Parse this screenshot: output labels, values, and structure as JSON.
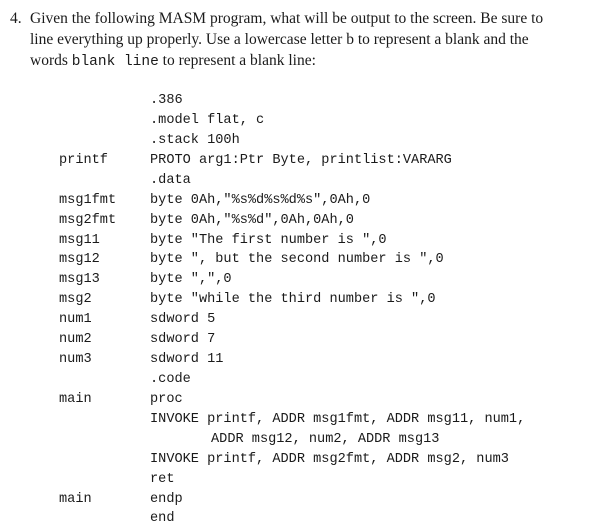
{
  "question": {
    "number": "4.",
    "line1": "Given the following MASM program, what will be output to the screen. Be sure to",
    "line2": "line everything up properly. Use a lowercase letter b to represent a blank and the",
    "line3_pre": "words",
    "line3_code": "blank line",
    "line3_post": "to represent a blank line:"
  },
  "code": {
    "rows": [
      {
        "label": "",
        "stmt": ".386"
      },
      {
        "label": "",
        "stmt": ".model flat, c"
      },
      {
        "label": "",
        "stmt": ".stack 100h"
      },
      {
        "label": "printf",
        "stmt": "PROTO arg1:Ptr Byte, printlist:VARARG"
      },
      {
        "label": "",
        "stmt": ".data"
      },
      {
        "label": "msg1fmt",
        "stmt": "byte 0Ah,\"%s%d%s%d%s\",0Ah,0"
      },
      {
        "label": "msg2fmt",
        "stmt": "byte 0Ah,\"%s%d\",0Ah,0Ah,0"
      },
      {
        "label": "msg11",
        "stmt": "byte \"The first number is \",0"
      },
      {
        "label": "msg12",
        "stmt": "byte \", but the second number is \",0"
      },
      {
        "label": "msg13",
        "stmt": "byte \",\",0"
      },
      {
        "label": "msg2",
        "stmt": "byte \"while the third number is \",0"
      },
      {
        "label": "num1",
        "stmt": "sdword 5"
      },
      {
        "label": "num2",
        "stmt": "sdword 7"
      },
      {
        "label": "num3",
        "stmt": "sdword 11"
      },
      {
        "label": "",
        "stmt": ".code"
      },
      {
        "label": "main",
        "stmt": "proc"
      },
      {
        "label": "",
        "stmt": "INVOKE printf, ADDR msg1fmt, ADDR msg11, num1,"
      },
      {
        "label": "",
        "stmt": "ADDR msg12, num2, ADDR msg13"
      },
      {
        "label": "",
        "stmt": "INVOKE printf, ADDR msg2fmt, ADDR msg2, num3"
      },
      {
        "label": "",
        "stmt": "ret"
      },
      {
        "label": "main",
        "stmt": "endp"
      },
      {
        "label": "",
        "stmt": "end"
      }
    ]
  }
}
